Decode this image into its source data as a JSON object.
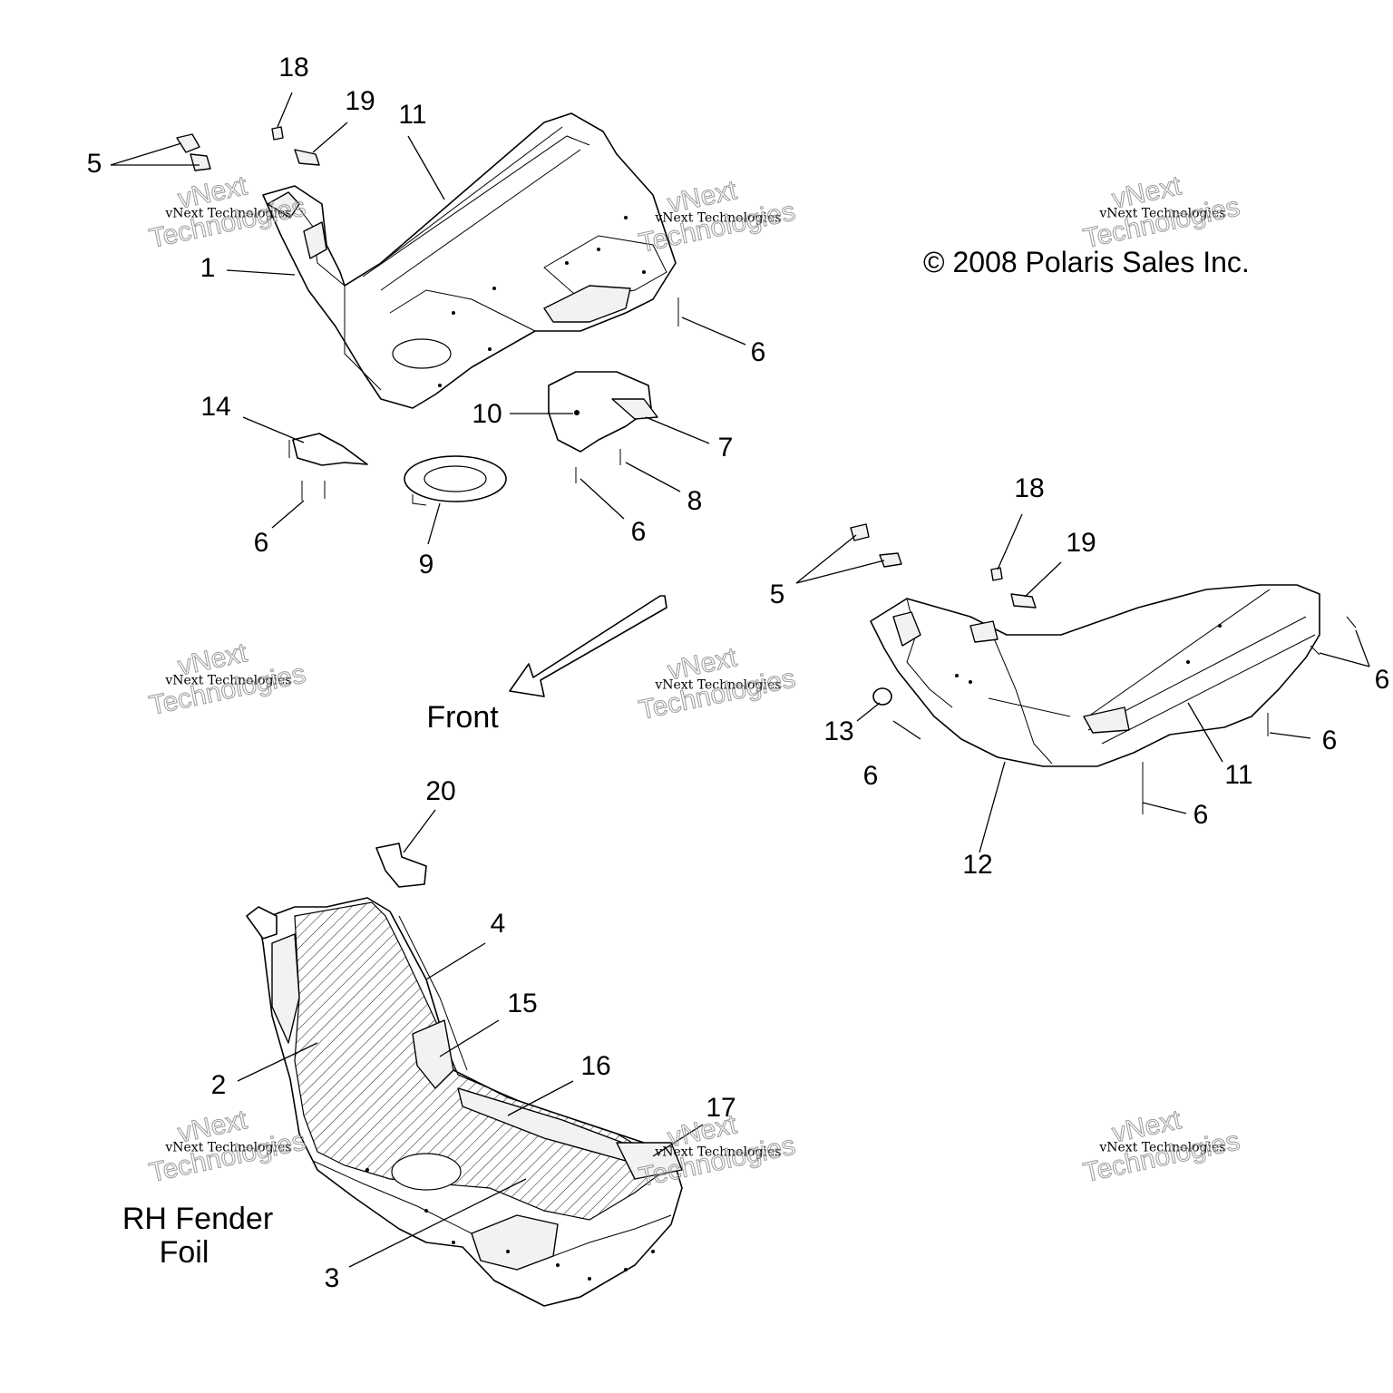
{
  "copyright": "© 2008 Polaris Sales Inc.",
  "labels": {
    "front": "Front",
    "rh_fender_foil_line1": "RH Fender",
    "rh_fender_foil_line2": "Foil"
  },
  "watermark": {
    "line1": "vNext Technologies",
    "line2": "Technologies",
    "line3": "vNext"
  },
  "callouts": [
    "18",
    "19",
    "11",
    "5",
    "1",
    "6",
    "14",
    "10",
    "7",
    "8",
    "6",
    "6",
    "9",
    "18",
    "19",
    "5",
    "6",
    "13",
    "6",
    "11",
    "6",
    "6",
    "12",
    "20",
    "4",
    "15",
    "2",
    "16",
    "17",
    "3"
  ]
}
